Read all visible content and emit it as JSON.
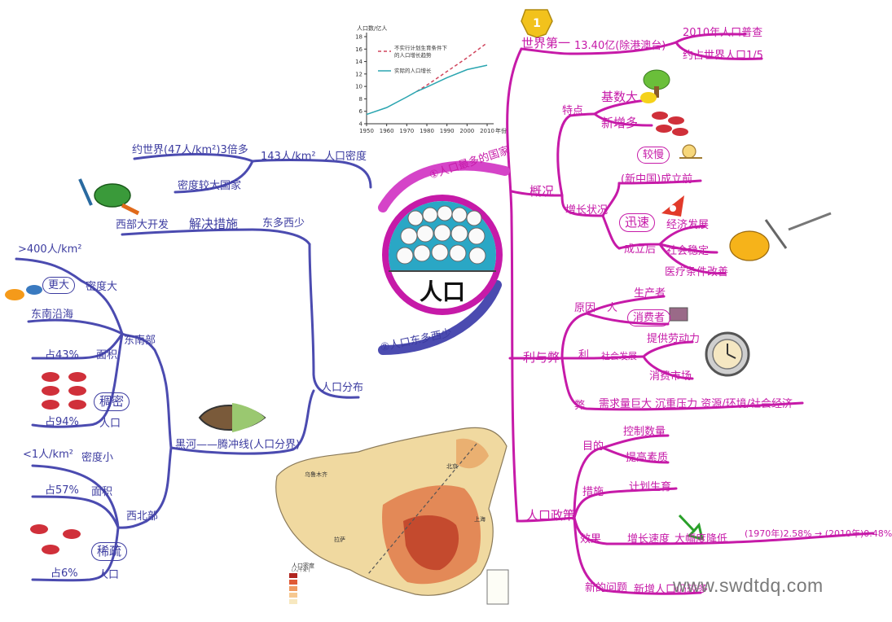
{
  "center": {
    "title": "人口"
  },
  "branch_main_1": "①人口最多的国家",
  "branch_main_2": "②人口东多西少",
  "right": {
    "world_first": "世界第一",
    "pop_1340": "13.40亿(除港澳台)",
    "census_2010": "2010年人口普查",
    "world_fifth": "约占世界人口1/5",
    "overview": "概况",
    "features": "特点",
    "base_large": "基数大",
    "new_growth": "新增多",
    "growth_status": "增长状况",
    "before_prc": "(新中国)成立前",
    "slow": "较慢",
    "after_prc": "成立后",
    "fast": "迅速",
    "econ_dev": "经济发展",
    "social_stable": "社会稳定",
    "medical": "医疗条件改善",
    "pros_cons": "利与弊",
    "reason": "原因",
    "people": "人",
    "producer": "生产者",
    "consumer": "消费者",
    "pro": "利",
    "social_dev": "社会发展",
    "labor": "提供劳动力",
    "market": "消费市场",
    "con": "弊",
    "con_detail": "需求量巨大  沉重压力  资源/环境/社会经济",
    "policy": "人口政策",
    "goal": "目的",
    "control_num": "控制数量",
    "improve_quality": "提高素质",
    "measure": "措施",
    "family_planning": "计划生育",
    "effect": "效果",
    "growth_speed": "增长速度",
    "big_drop": "大幅度降低",
    "rates": "(1970年)2.58% → (2010年)0.48%",
    "new_problem": "新的问题",
    "new_pop": "新增人口仍较多"
  },
  "left": {
    "density": "人口密度",
    "density_val": "143人/km²",
    "world_3x": "约世界(47人/km²)3倍多",
    "dense_country": "密度较大国家",
    "distribution": "人口分布",
    "east_west": "东多西少",
    "solve": "解决措施",
    "west_dev": "西部大开发",
    "heihe_line": "黑河——腾冲线(人口分界)",
    "southeast": "东南部",
    "se_density_val": ">400人/km²",
    "se_density": "密度大",
    "larger": "更大",
    "se_coast": "东南沿海",
    "se_area": "面积",
    "se_area_pct": "占43%",
    "se_dense": "稠密",
    "se_pop": "人口",
    "se_pop_pct": "占94%",
    "northwest": "西北部",
    "nw_density_val": "<1人/km²",
    "nw_density": "密度小",
    "nw_area": "面积",
    "nw_area_pct": "占57%",
    "nw_sparse": "稀疏",
    "nw_pop": "人口",
    "nw_pop_pct": "占6%"
  },
  "map": {
    "legend_title": "人口密度",
    "legend_unit": "(人/千米²)",
    "city_urumqi": "乌鲁木齐",
    "city_beijing": "北京",
    "city_lhasa": "拉萨",
    "city_shanghai": "上海"
  },
  "watermark": "www.swdtdq.com",
  "chart_data": {
    "type": "line",
    "ylabel": "人口数/亿人",
    "xlabel": "年份",
    "ylim": [
      4,
      18
    ],
    "xlim": [
      1950,
      2010
    ],
    "yticks": [
      4,
      6,
      8,
      10,
      12,
      14,
      16,
      18
    ],
    "xticks": [
      1950,
      1960,
      1970,
      1980,
      1990,
      2000,
      2010
    ],
    "series": [
      {
        "name": "不实行计划生育条件下\n的人口增长趋势",
        "color": "#d0455d",
        "dashed": true,
        "x": [
          1975,
          1980,
          1990,
          2000,
          2010
        ],
        "y": [
          9.2,
          10.2,
          12.4,
          14.6,
          17
        ]
      },
      {
        "name": "实际的人口增长",
        "color": "#2aa5b0",
        "dashed": false,
        "x": [
          1950,
          1960,
          1970,
          1975,
          1980,
          1990,
          2000,
          2010
        ],
        "y": [
          5.5,
          6.6,
          8.3,
          9.2,
          9.9,
          11.4,
          12.7,
          13.4
        ]
      }
    ]
  }
}
